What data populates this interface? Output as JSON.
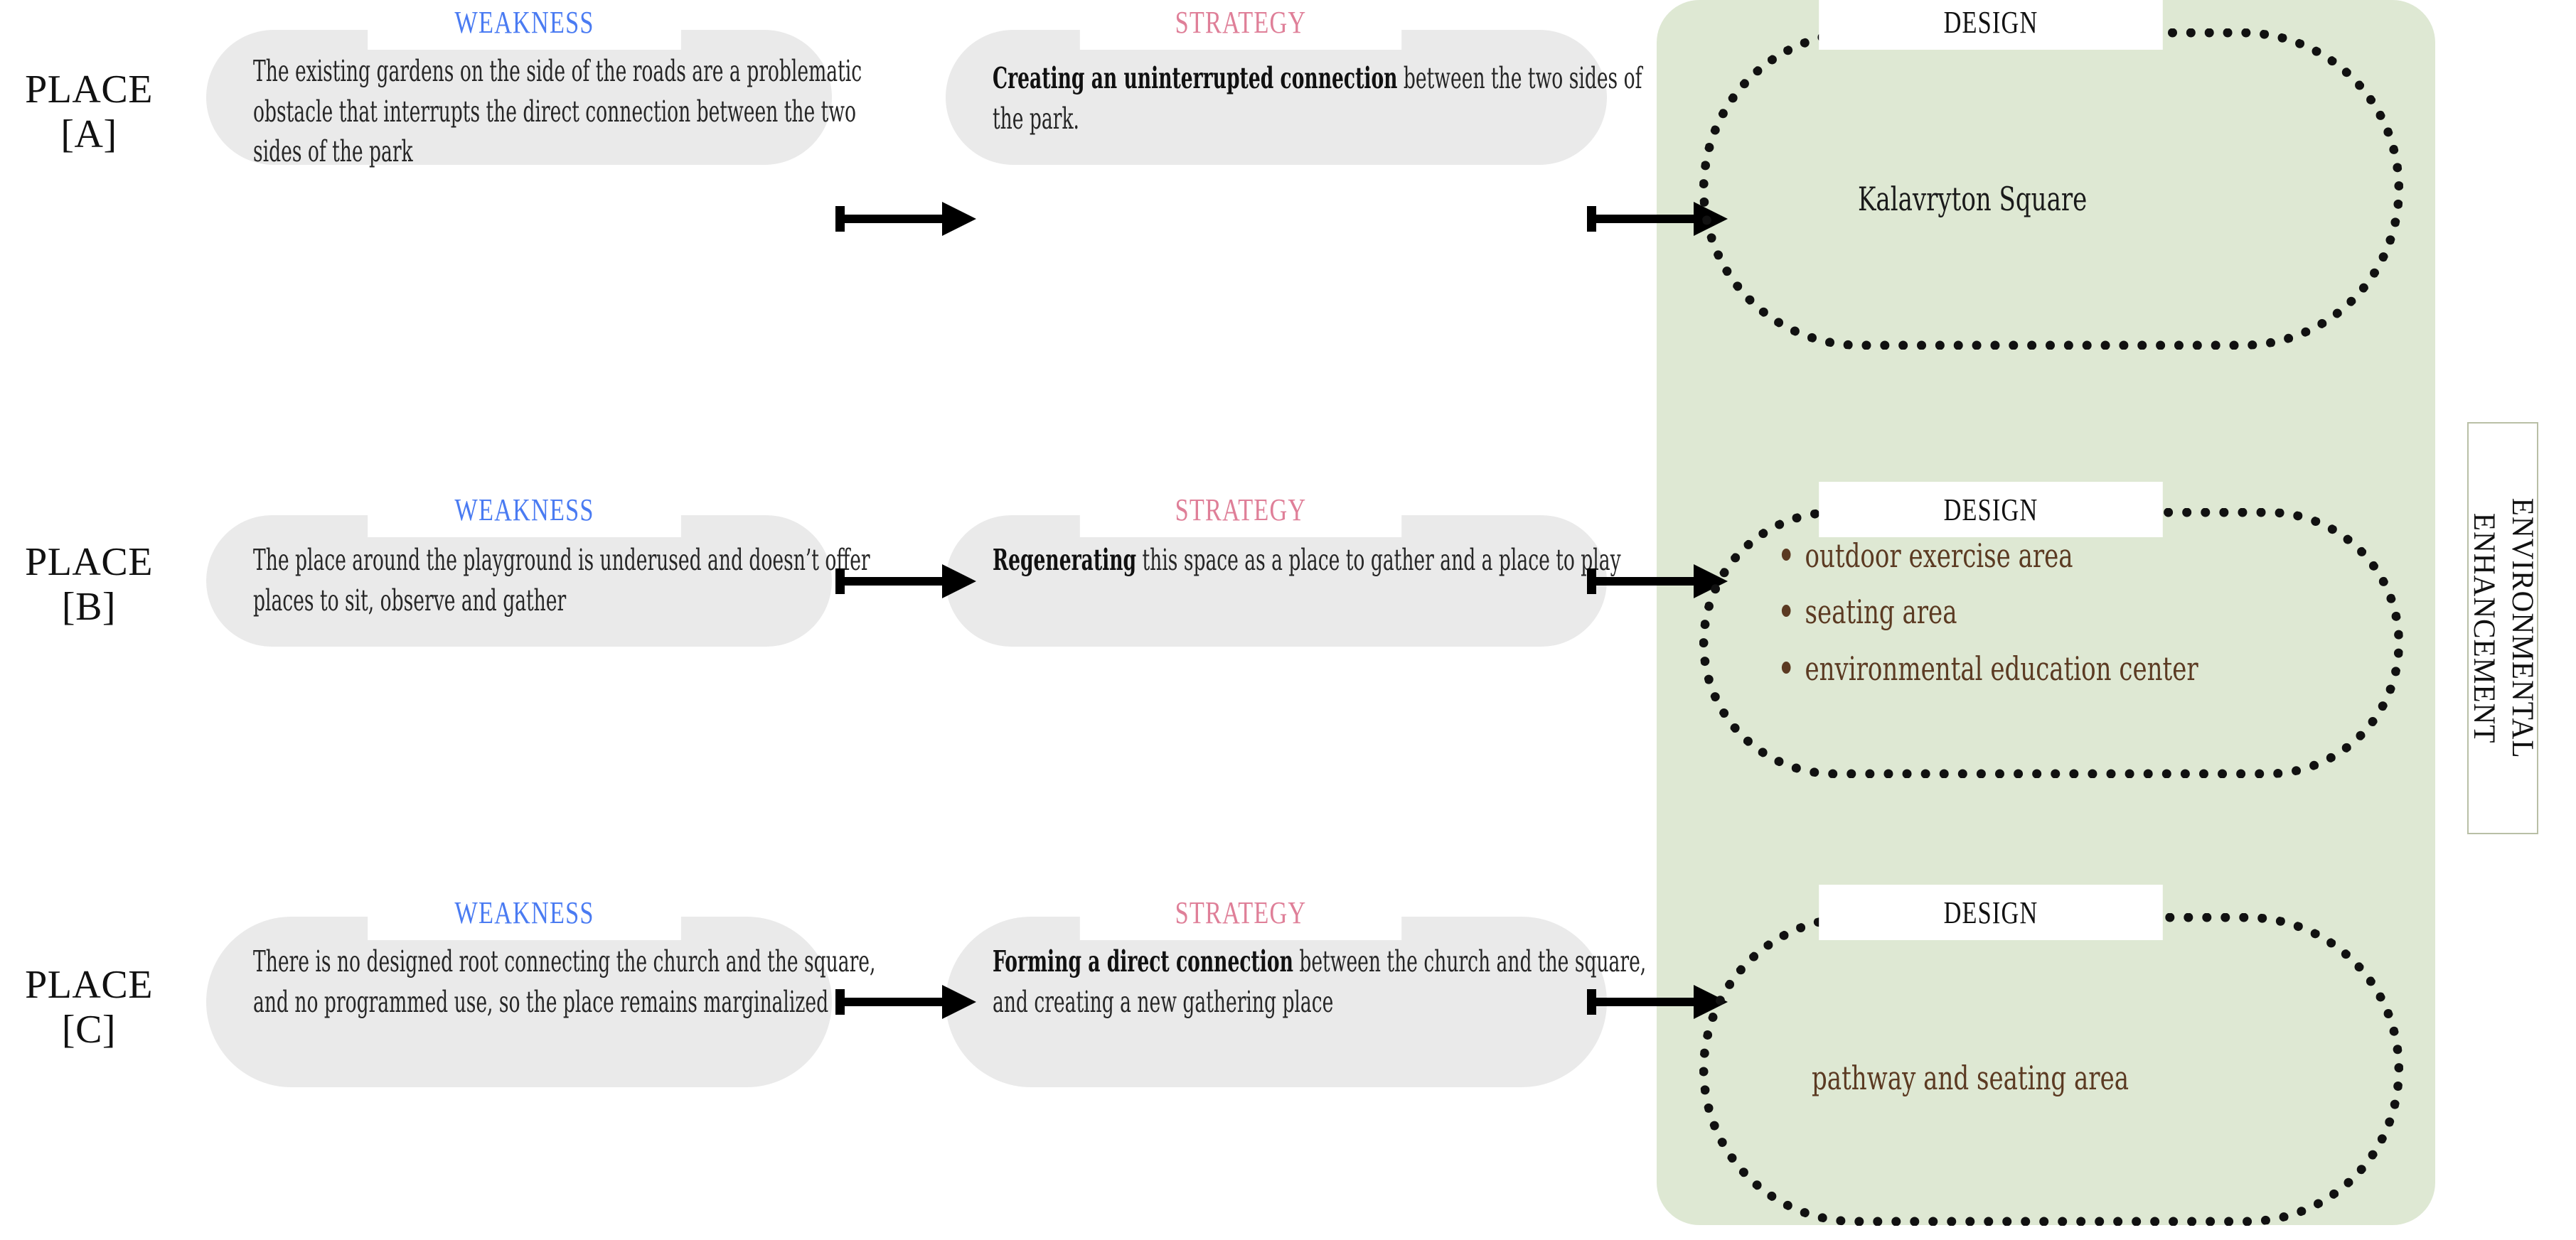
{
  "colors": {
    "panel_green": "#dee8d3",
    "pill_gray": "#eaeaea",
    "weakness_blue": "#4a7bf2",
    "strategy_pink": "#df7f98",
    "design_brown": "#5b3a22",
    "design_black": "#1a1a1a"
  },
  "labels": {
    "weakness": "WEAKNESS",
    "strategy": "STRATEGY",
    "design": "DESIGN",
    "environmental_enhancement_line1": "ENVIRONMENTAL",
    "environmental_enhancement_line2": "ENHANCEMENT"
  },
  "rows": [
    {
      "place_line1": "PLACE",
      "place_line2": "[A]",
      "weakness": "The existing gardens on the side of the roads are a problematic obstacle that interrupts the direct connection between the two sides of the park",
      "strategy_bold": "Creating an uninterrupted connection",
      "strategy_rest": " between the two sides of the park.",
      "design_kind": "text",
      "design_text": "Kalavryton Square",
      "design_items": []
    },
    {
      "place_line1": "PLACE",
      "place_line2": "[B]",
      "weakness": "The place around the playground is underused and doesn’t offer places to sit, observe and gather",
      "strategy_bold": "Regenerating",
      "strategy_rest": " this space as a place to gather and a place to play",
      "design_kind": "list",
      "design_text": "",
      "design_items": [
        "outdoor exercise area",
        "seating area",
        "environmental education center"
      ]
    },
    {
      "place_line1": "PLACE",
      "place_line2": "[C]",
      "weakness": "There is no designed root connecting the church and the square, and no programmed use, so the place remains marginalized",
      "strategy_bold": "Forming a direct connection",
      "strategy_rest": " between the church and the square, and creating a new gathering place",
      "design_kind": "text",
      "design_text": "pathway and seating area",
      "design_items": []
    }
  ]
}
